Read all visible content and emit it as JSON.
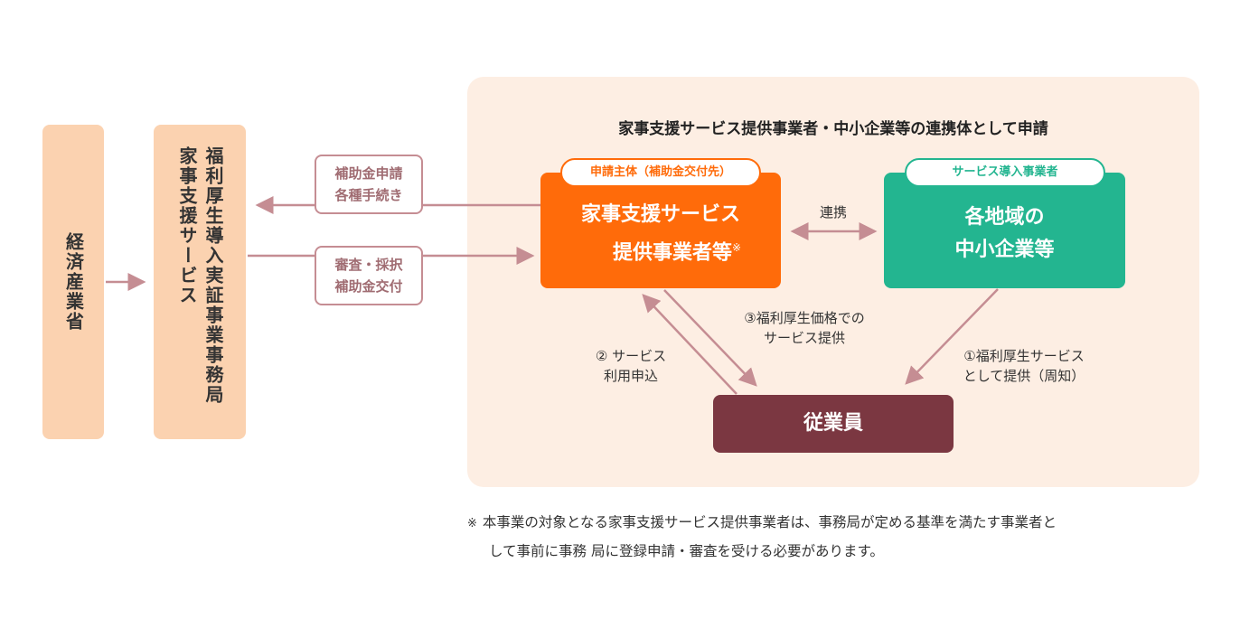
{
  "left": {
    "ministry": "経済産業省",
    "office_line1": "福利厚生導入実証事業事務局",
    "office_line2": "家事支援サービス"
  },
  "labels": {
    "apply_line1": "補助金申請",
    "apply_line2": "各種手続き",
    "review_line1": "審査・採択",
    "review_line2": "補助金交付"
  },
  "consortium": {
    "title": "家事支援サービス提供事業者・中小企業等の連携体として申請",
    "provider": {
      "tag": "申請主体（補助金交付先）",
      "line1": "家事支援サービス",
      "line2": "提供事業者等",
      "mark": "※"
    },
    "partner_label": "連携",
    "sme": {
      "tag": "サービス導入事業者",
      "line1": "各地域の",
      "line2": "中小企業等"
    },
    "employee": "従業員",
    "flow2_line1": "② サービス",
    "flow2_line2": "利用申込",
    "flow3_line1": "③福利厚生価格での",
    "flow3_line2": "サービス提供",
    "flow1_line1": "①福利厚生サービス",
    "flow1_line2": "として提供（周知）"
  },
  "footnote": {
    "mark": "※",
    "line1": "本事業の対象となる家事支援サービス提供事業者は、事務局が定める基準を満たす事業者と",
    "line2": "して事前に事務 局に登録申請・審査を受ける必要があります。"
  },
  "colors": {
    "peach": "#fbd2b0",
    "panel": "#fdeee3",
    "orange": "#ff6b0a",
    "green": "#23b590",
    "maroon": "#7b3741",
    "arrow": "#c58d93"
  }
}
